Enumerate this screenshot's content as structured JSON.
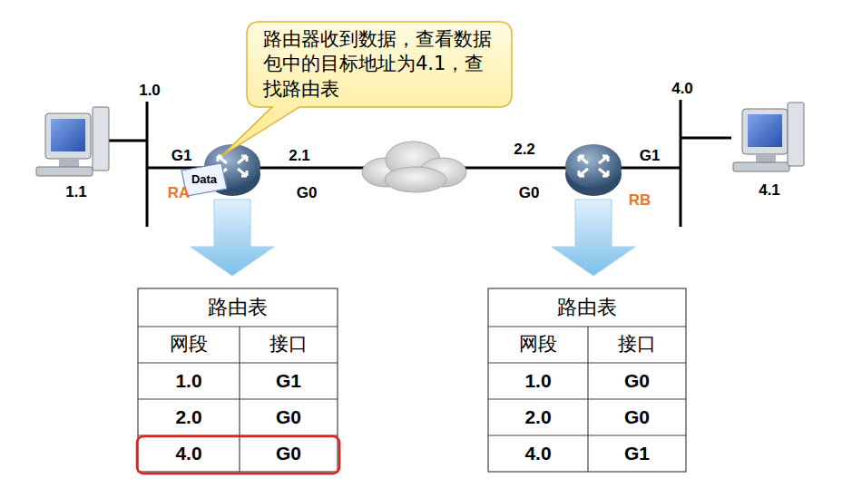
{
  "diagram": {
    "nodes": [
      {
        "text": [
          "路由器收到数据，查看数据包中的目标地址为4.1，查找路由表"
        ]
      }
    ],
    "labels": [
      "1.0",
      "1.1",
      "G1",
      "RA",
      "Data",
      "2.1",
      "G0",
      "2.2",
      "G0",
      "G1",
      "RB",
      "4.0",
      "4.1",
      "路由表",
      "网段",
      "接口",
      "1.0",
      "G1",
      "2.0",
      "G0",
      "4.0",
      "G0",
      "路由表",
      "网段",
      "接口",
      "1.0",
      "G0",
      "2.0",
      "G0",
      "4.0",
      "G1"
    ]
  }
}
